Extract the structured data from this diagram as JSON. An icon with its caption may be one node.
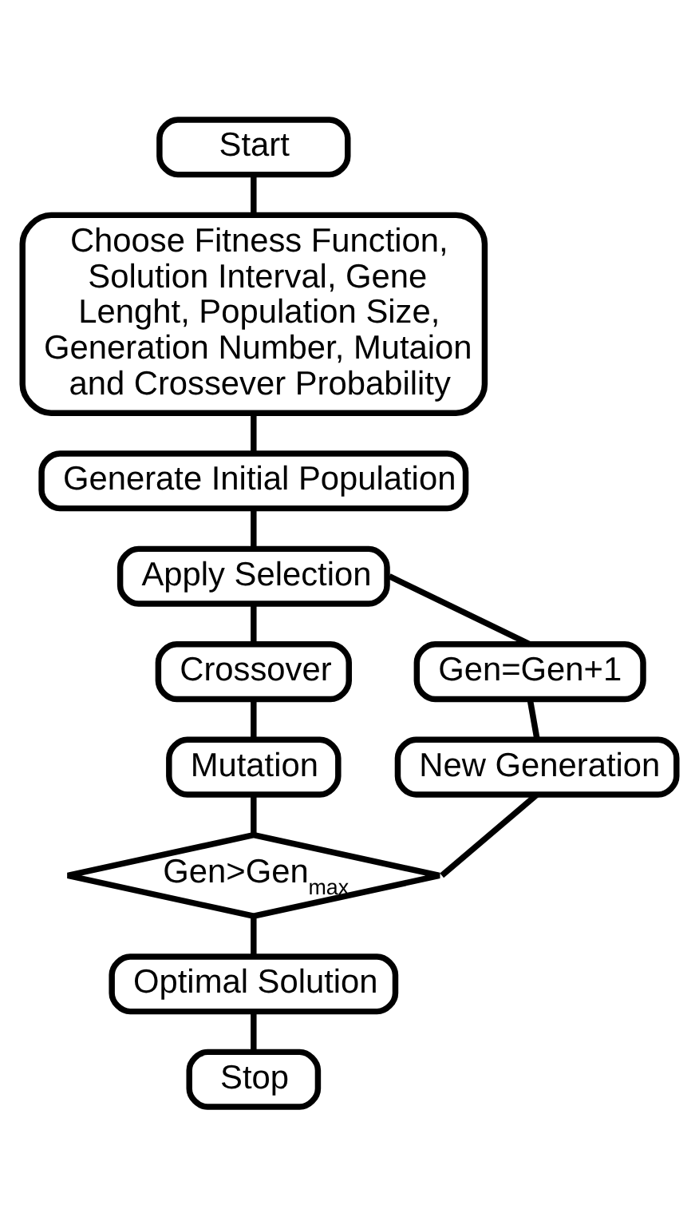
{
  "diagram": {
    "nodes": [
      {
        "text": [
          "Start"
        ]
      },
      {
        "text": [
          "Choose Fitness Function, Solution Interval, Gene Lenght, Population Size, Generation Number, Mutaion and Crossever Probability"
        ]
      },
      {
        "text": [
          "Generate Initial Population"
        ]
      },
      {
        "text": [
          "Apply Selection"
        ]
      },
      {
        "text": [
          "Crossover"
        ]
      },
      {
        "text": [
          "Gen=Gen+1"
        ]
      },
      {
        "text": [
          "Mutation"
        ]
      },
      {
        "text": [
          "New Generation"
        ]
      },
      {
        "text": [
          "Gen>Gen$_{max}$"
        ]
      },
      {
        "text": [
          "Optimal Solution"
        ]
      },
      {
        "text": [
          "Stop"
        ]
      }
    ],
    "edges": [
      {
        "from": 0,
        "to": 1,
        "arrow": "none"
      },
      {
        "from": 1,
        "to": 2,
        "arrow": "none"
      },
      {
        "from": 2,
        "to": 3,
        "arrow": "none"
      },
      {
        "from": 3,
        "to": 4,
        "arrow": "none"
      },
      {
        "from": 4,
        "to": 6,
        "arrow": "none"
      },
      {
        "from": 6,
        "to": 8,
        "arrow": "none"
      },
      {
        "from": 8,
        "to": 9,
        "arrow": "none"
      },
      {
        "from": 9,
        "to": 10,
        "arrow": "none"
      },
      {
        "from": 8,
        "to": 7,
        "arrow": "none"
      },
      {
        "from": 7,
        "to": 5,
        "arrow": "none"
      },
      {
        "from": 5,
        "to": 3,
        "arrow": "none"
      }
    ]
  }
}
